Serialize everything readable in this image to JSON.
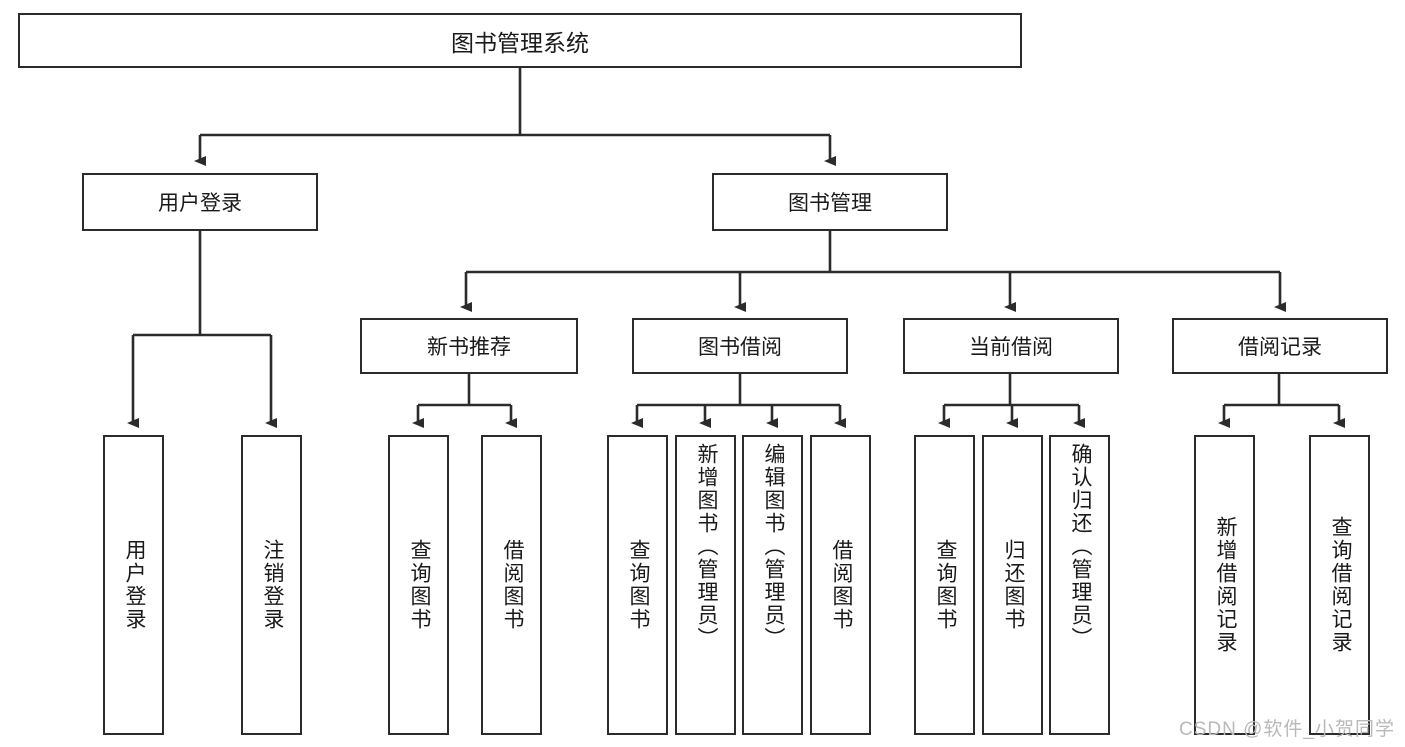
{
  "diagram": {
    "type": "tree-hierarchy",
    "title": "图书管理系统",
    "root": {
      "label": "图书管理系统"
    },
    "level2": [
      {
        "label": "用户登录"
      },
      {
        "label": "图书管理"
      }
    ],
    "level3": [
      {
        "label": "新书推荐"
      },
      {
        "label": "图书借阅"
      },
      {
        "label": "当前借阅"
      },
      {
        "label": "借阅记录"
      }
    ],
    "leaves": {
      "user_login": [
        {
          "label": "用户登录"
        },
        {
          "label": "注销登录"
        }
      ],
      "new_book_recommend": [
        {
          "label": "查询图书"
        },
        {
          "label": "借阅图书"
        }
      ],
      "book_borrow": [
        {
          "label": "查询图书"
        },
        {
          "label": "新增图书（管理员）"
        },
        {
          "label": "编辑图书（管理员）"
        },
        {
          "label": "借阅图书"
        }
      ],
      "current_borrow": [
        {
          "label": "查询图书"
        },
        {
          "label": "归还图书"
        },
        {
          "label": "确认归还（管理员）"
        }
      ],
      "borrow_record": [
        {
          "label": "新增借阅记录"
        },
        {
          "label": "查询借阅记录"
        }
      ]
    },
    "colors": {
      "stroke": "#2b2b2b",
      "fill": "#ffffff",
      "text": "#1a1a1a",
      "watermark": "#b9b9b9"
    }
  },
  "watermark": {
    "text": "CSDN @软件_小贺同学"
  }
}
